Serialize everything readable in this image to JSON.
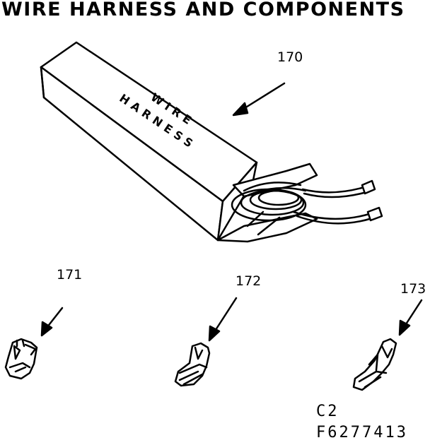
{
  "title": "WIRE HARNESS  AND  COMPONENTS",
  "box_label": {
    "line1": "WIRE",
    "line2": "HARNESS"
  },
  "callouts": {
    "harness": "170",
    "terminal_1": "171",
    "terminal_2": "172",
    "terminal_3": "173"
  },
  "drawing_codes": {
    "line1": "C2",
    "line2": "F6277413"
  }
}
